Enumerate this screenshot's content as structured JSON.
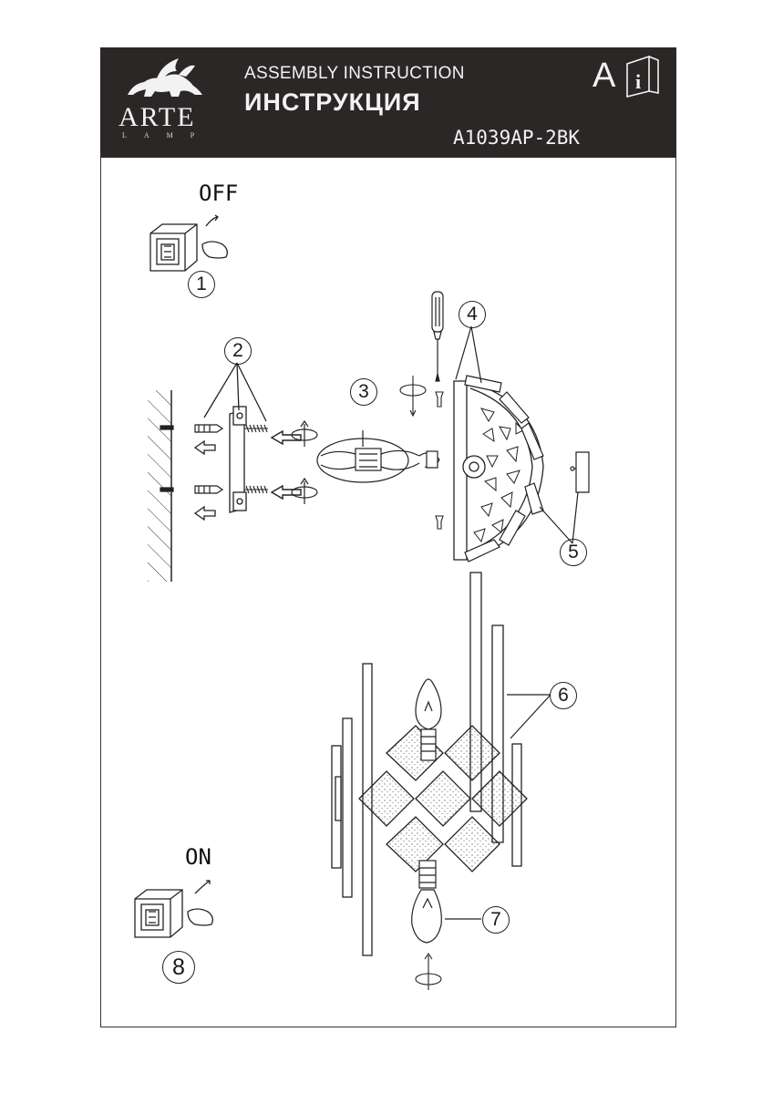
{
  "header": {
    "title_en": "ASSEMBLY INSTRUCTION",
    "title_ru": "ИНСТРУКЦИЯ",
    "model": "A1039AP-2BK",
    "brand": "ARTE",
    "brand_sub": "LAMP",
    "lang_letter": "A",
    "info_letter": "i"
  },
  "steps": {
    "off_label": "OFF",
    "on_label": "ON",
    "n1": "1",
    "n2": "2",
    "n3": "3",
    "n4": "4",
    "n5": "5",
    "n6": "6",
    "n7": "7",
    "n8": "8"
  },
  "icons": {
    "brand_logo": "griffin-logo-icon",
    "manual": "info-book-icon",
    "switch": "wall-switch-icon",
    "screwdriver": "screwdriver-icon",
    "rotate": "rotate-arrow-icon"
  }
}
